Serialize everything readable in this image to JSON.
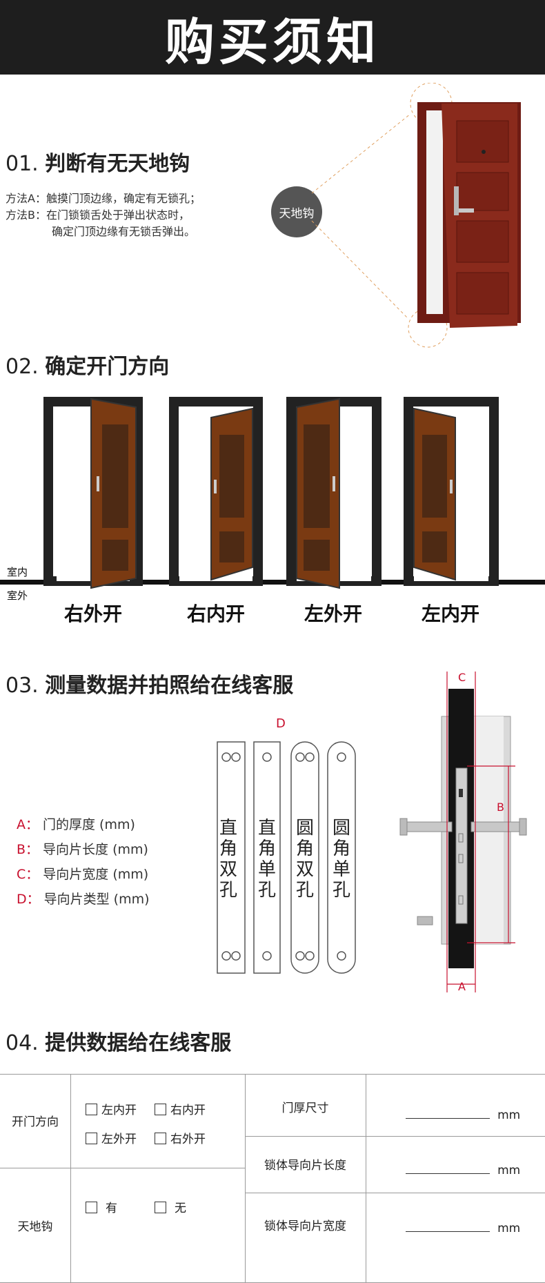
{
  "header": {
    "title": "购买须知"
  },
  "section1": {
    "num": "01.",
    "title": "判断有无天地钩",
    "method_a_label": "方法A：",
    "method_a_text": "触摸门顶边缘，确定有无锁孔；",
    "method_b_label": "方法B：",
    "method_b_text_1": "在门锁锁舌处于弹出状态时，",
    "method_b_text_2": "确定门顶边缘有无锁舌弹出。",
    "badge": "天地钩"
  },
  "section2": {
    "num": "02.",
    "title": "确定开门方向",
    "indoor": "室内",
    "outdoor": "室外",
    "doors": [
      "右外开",
      "右内开",
      "左外开",
      "左内开"
    ]
  },
  "section3": {
    "num": "03.",
    "title": "测量数据并拍照给在线客服",
    "specs": [
      {
        "key": "A：",
        "text": "门的厚度 (mm)"
      },
      {
        "key": "B：",
        "text": "导向片长度 (mm)"
      },
      {
        "key": "C：",
        "text": "导向片宽度 (mm)"
      },
      {
        "key": "D：",
        "text": "导向片类型 (mm)"
      }
    ],
    "plate_marker": "D",
    "plates": [
      "直角双孔",
      "直角单孔",
      "圆角双孔",
      "圆角单孔"
    ],
    "lock_markers": {
      "a": "A",
      "b": "B",
      "c": "C"
    }
  },
  "section4": {
    "num": "04.",
    "title": "提供数据给在线客服",
    "row_direction": "开门方向",
    "row_hook": "天地钩",
    "options_direction": [
      "左内开",
      "右内开",
      "左外开",
      "右外开"
    ],
    "options_hook": [
      "有",
      "无"
    ],
    "field_door_thickness": "门厚尺寸",
    "field_guide_length": "锁体导向片长度",
    "field_guide_width": "锁体导向片宽度",
    "unit": "mm"
  },
  "colors": {
    "accent": "#c8102e",
    "header_bg": "#1e1e1e",
    "door_wood": "#7a3a12"
  }
}
